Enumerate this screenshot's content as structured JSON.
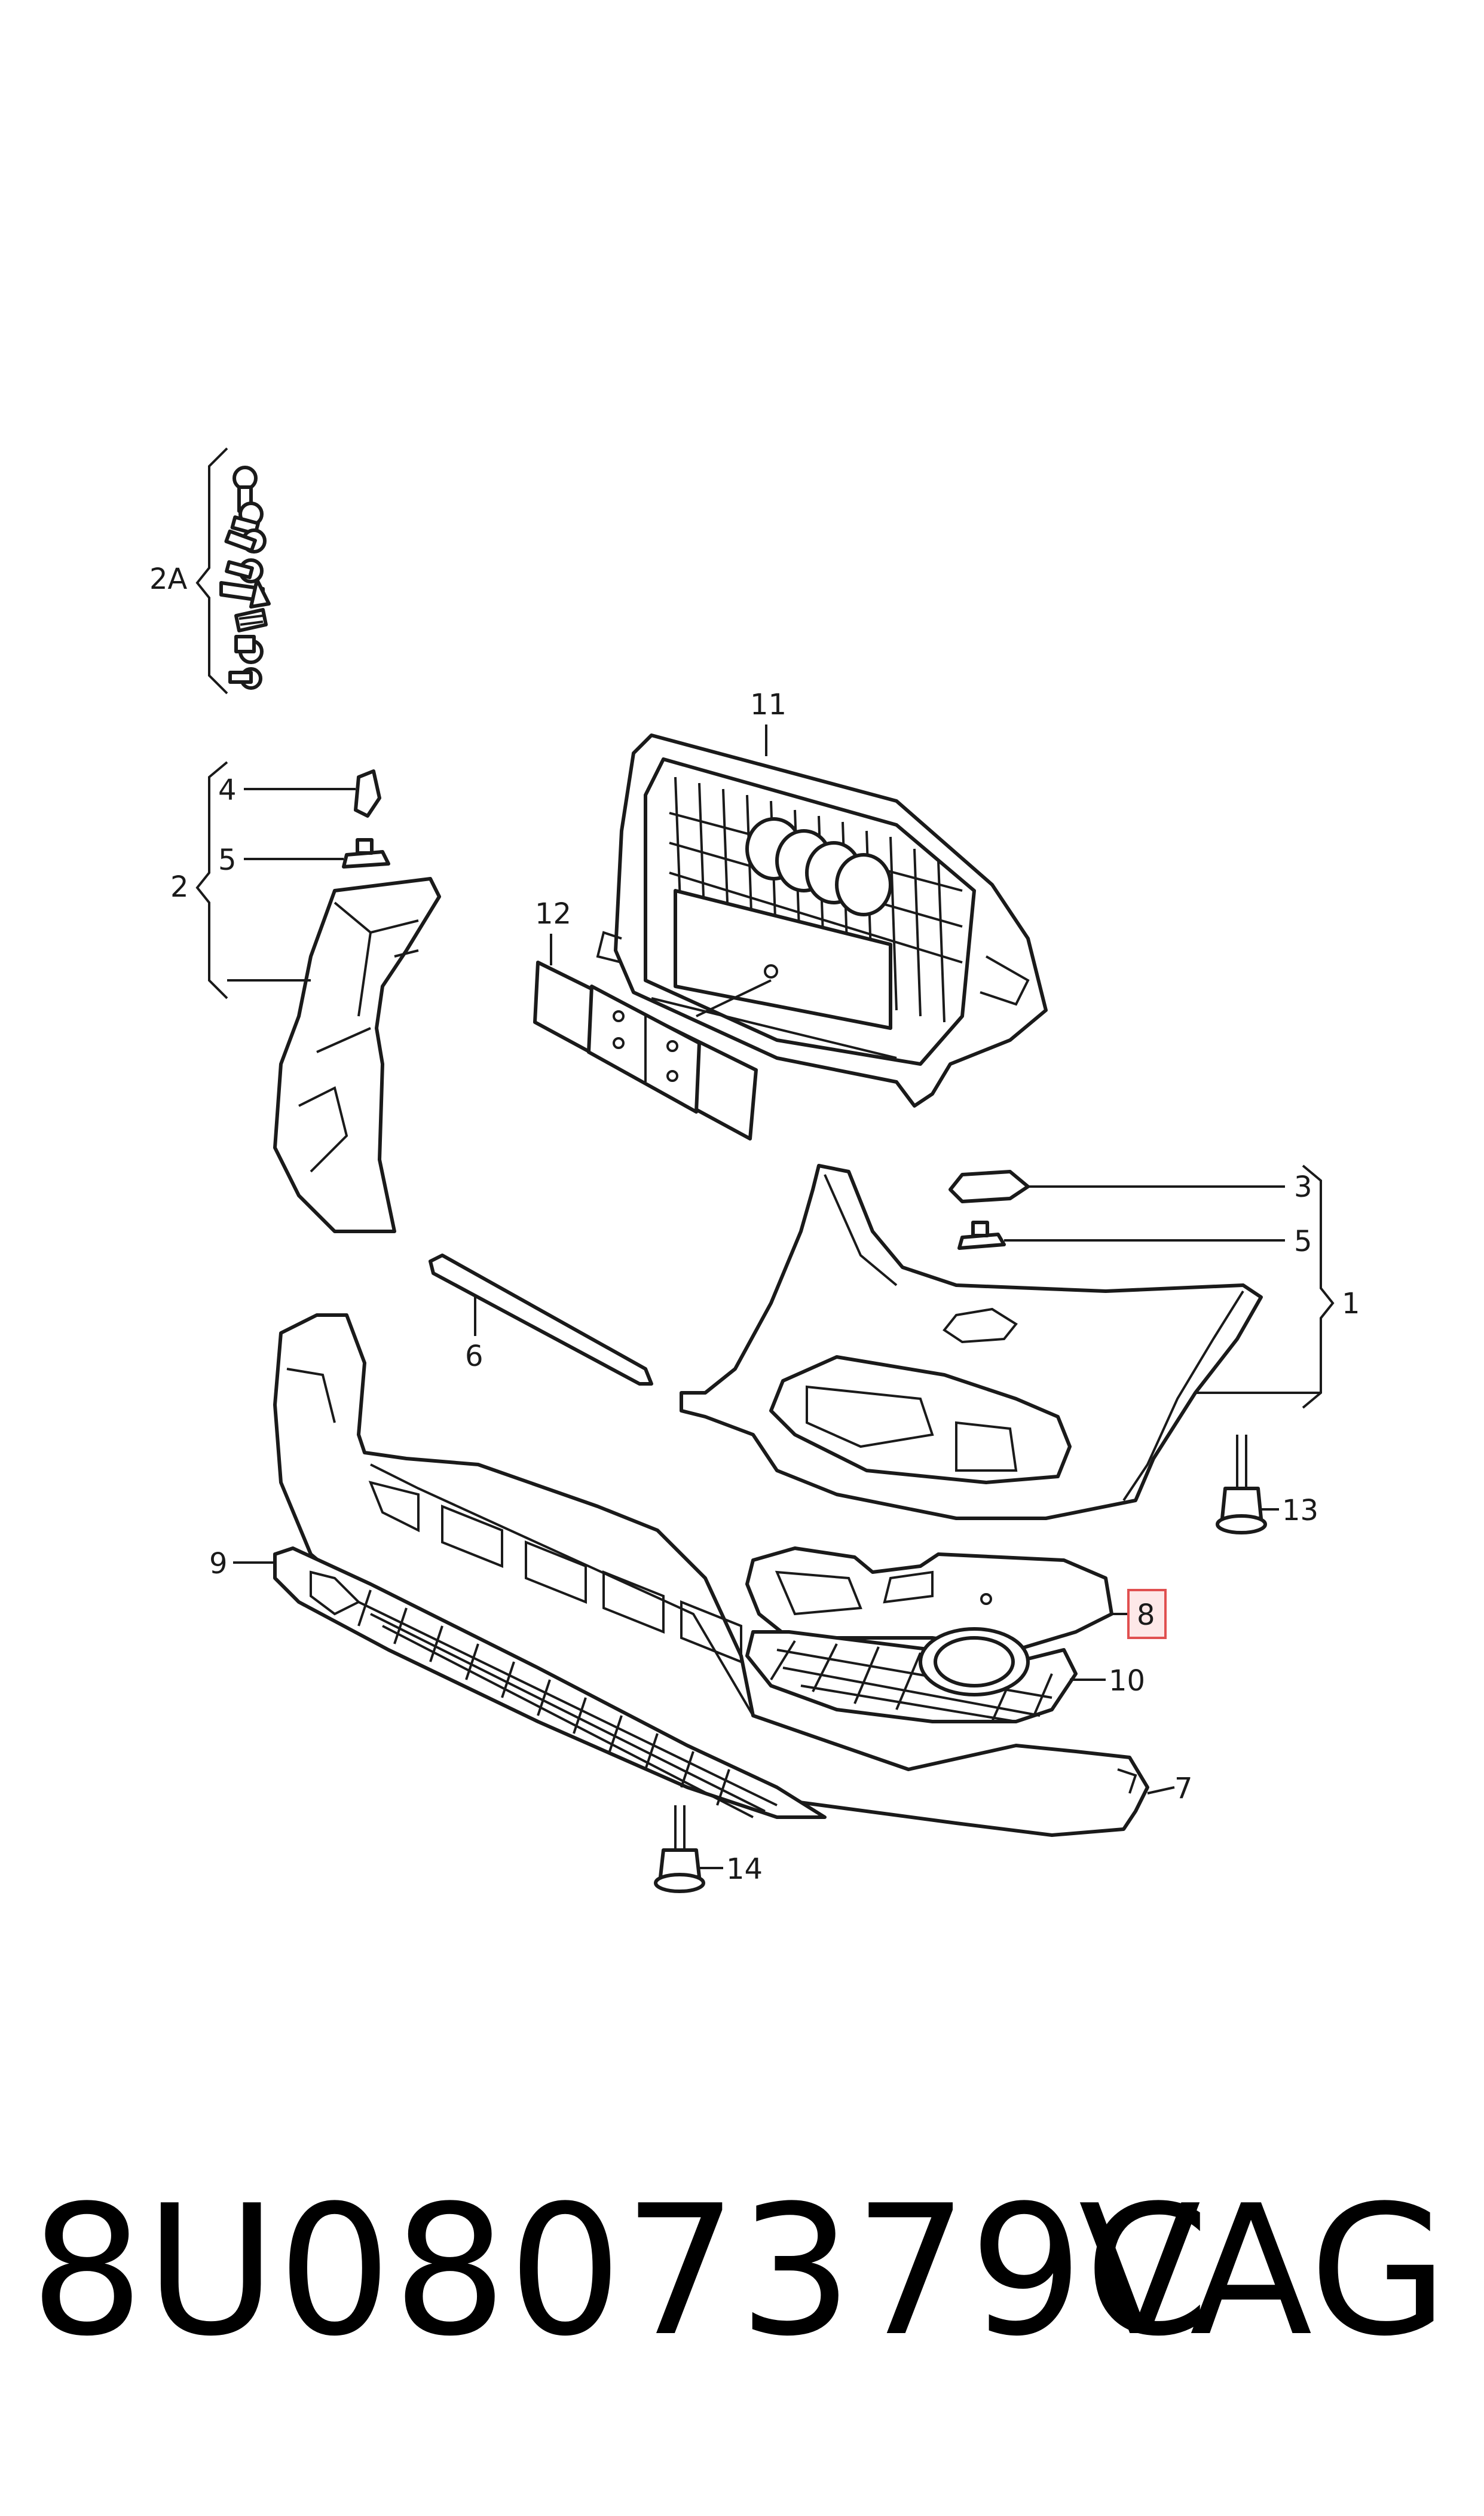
{
  "callouts": {
    "c2a": "2A",
    "c11": "11",
    "c4": "4",
    "c5a": "5",
    "c2": "2",
    "c12": "12",
    "c3": "3",
    "c5b": "5",
    "c1": "1",
    "c6": "6",
    "c13": "13",
    "c9": "9",
    "c8": "8",
    "c10": "10",
    "c7": "7",
    "c14": "14"
  },
  "highlighted_part": "8",
  "highlight_color": "#e05050",
  "footer": {
    "part_number": "8U0807379C",
    "brand": "VAG"
  }
}
